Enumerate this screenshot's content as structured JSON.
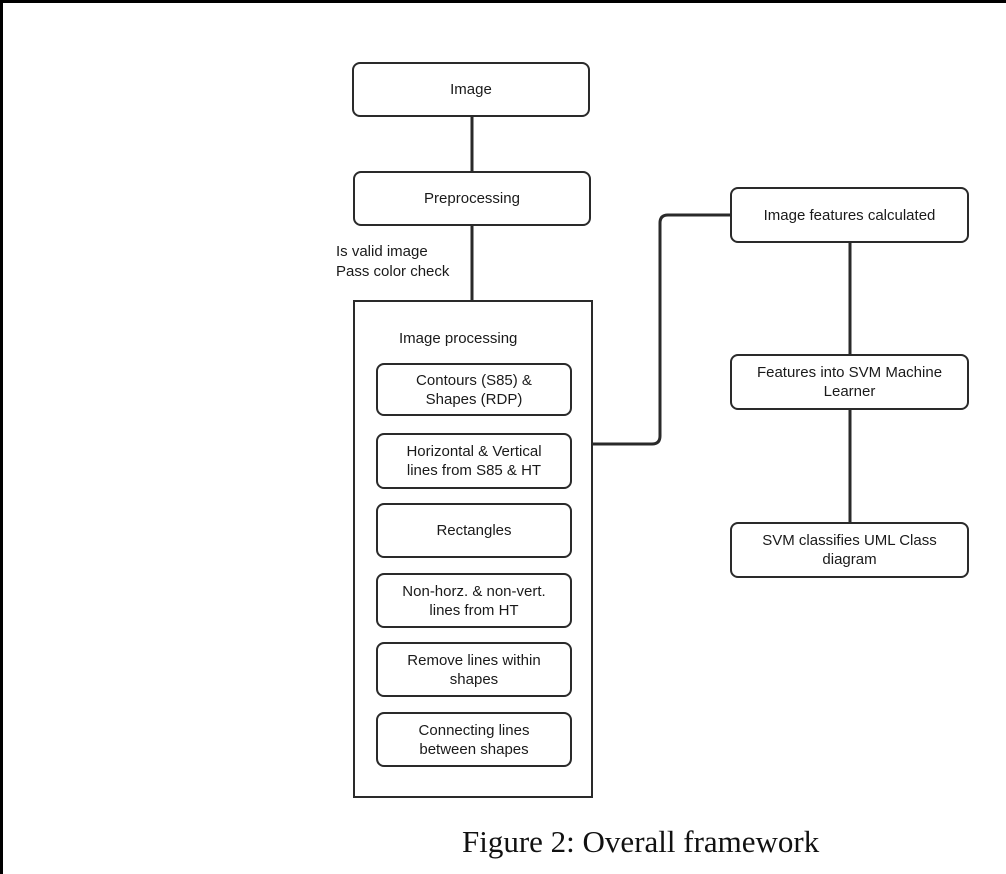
{
  "diagram": {
    "nodes": {
      "image": "Image",
      "preprocessing": "Preprocessing",
      "image_features": "Image features calculated",
      "svm_learner": "Features into SVM Machine\nLearner",
      "svm_classifies": "SVM classifies UML Class\ndiagram"
    },
    "edge_label": "Is valid image\nPass color check",
    "image_processing": {
      "title": "Image processing",
      "steps": [
        "Contours (S85) &\nShapes (RDP)",
        "Horizontal & Vertical\nlines from S85 & HT",
        "Rectangles",
        "Non-horz. & non-vert.\nlines from HT",
        "Remove lines within\nshapes",
        "Connecting lines\nbetween shapes"
      ]
    }
  },
  "caption": "Figure 2: Overall framework"
}
